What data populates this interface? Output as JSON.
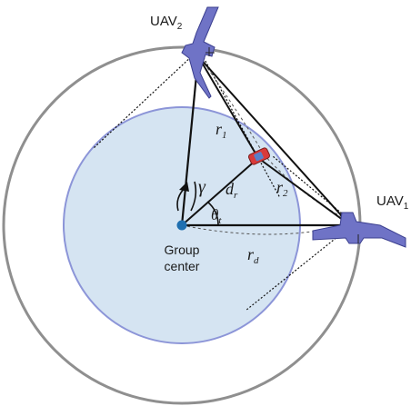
{
  "labels": {
    "uav2_base": "UAV",
    "uav2_sub": "2",
    "uav1_base": "UAV",
    "uav1_sub": "1",
    "group_center_line1": "Group",
    "group_center_line2": "center",
    "gamma": "γ",
    "theta_base": "θ",
    "theta_sub": "t",
    "d_base": "d",
    "d_sub": "r",
    "r1_base": "r",
    "r1_sub": "1",
    "r2_base": "r",
    "r2_sub": "2",
    "rd_base": "r",
    "rd_sub": "d"
  },
  "colors": {
    "outer_circle": "#8f8f8f",
    "inner_circle_fill": "#d5e4f2",
    "inner_circle_stroke": "#8c95d8",
    "uav_body": "#6f73c6",
    "uav_outline": "#3b3f8f",
    "center_dot": "#1f6fb0",
    "target_vehicle": "#d93a3a",
    "lines": "#111111"
  }
}
